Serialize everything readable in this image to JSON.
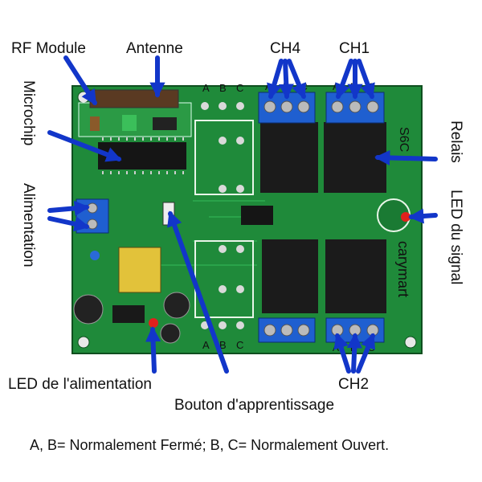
{
  "labels": {
    "rf_module": "RF Module",
    "antenne": "Antenne",
    "ch4": "CH4",
    "ch1": "CH1",
    "ch2": "CH2",
    "microchip": "Microchip",
    "alimentation": "Alimentation",
    "relais": "Relais",
    "led_signal": "LED du signal",
    "led_alimentation": "LED de l'alimentation",
    "bouton": "Bouton d'apprentissage"
  },
  "board_text": {
    "brand": "carymart",
    "model": "S6C",
    "terminal_letters_top_left": [
      "A",
      "B",
      "C"
    ],
    "terminal_letters_bottom_left": [
      "A",
      "B",
      "C"
    ],
    "terminal_letters_ch4": [
      "A",
      "B",
      "C"
    ],
    "terminal_letters_ch1": [
      "A",
      "B",
      "C"
    ],
    "terminal_letters_ch2": [
      "A",
      "B",
      "C"
    ]
  },
  "footer": "A, B= Normalement Fermé; B, C= Normalement Ouvert.",
  "colors": {
    "pcb": "#1f8a3a",
    "pcb_dark": "#156a2b",
    "arrow": "#1236c9",
    "terminal": "#1f5fd0",
    "relay": "#1b1b1b",
    "led_red": "#e0211c"
  }
}
